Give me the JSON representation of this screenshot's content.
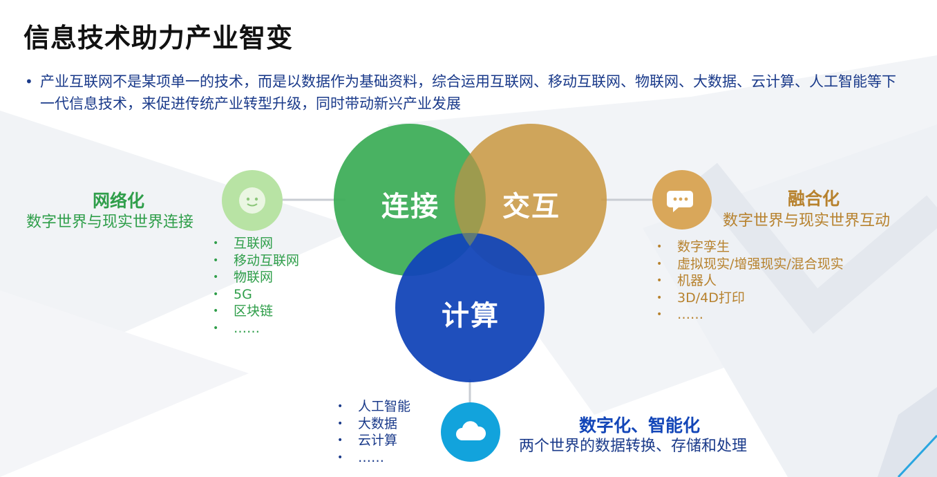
{
  "slide": {
    "title": "信息技术助力产业智变",
    "intro": "产业互联网不是某项单一的技术，而是以数据作为基础资料，综合运用互联网、移动互联网、物联网、大数据、云计算、人工智能等下一代信息技术，来促进传统产业转型升级，同时带动新兴产业发展"
  },
  "circles": {
    "connect": {
      "label": "连接",
      "color": "#3fae5a"
    },
    "interact": {
      "label": "交互",
      "color": "#c99a45"
    },
    "compute": {
      "label": "计算",
      "color": "#1346b8"
    }
  },
  "left": {
    "heading": "网络化",
    "subheading": "数字世界与现实世界连接",
    "color": "#2f9e4a",
    "icon": "chat-bubble-face-icon",
    "items": [
      "互联网",
      "移动互联网",
      "物联网",
      "5G",
      "区块链",
      "……"
    ]
  },
  "right": {
    "heading": "融合化",
    "subheading": "数字世界与现实世界互动",
    "color": "#b7822e",
    "icon": "speech-bubble-dots-icon",
    "items": [
      "数字孪生",
      "虚拟现实/增强现实/混合现实",
      "机器人",
      "3D/4D打印",
      "……"
    ]
  },
  "bottom": {
    "heading": "数字化、智能化",
    "subheading": "两个世界的数据转换、存储和处理",
    "heading_color": "#1346b8",
    "icon": "cloud-icon",
    "items": [
      "人工智能",
      "大数据",
      "云计算",
      "……"
    ]
  }
}
